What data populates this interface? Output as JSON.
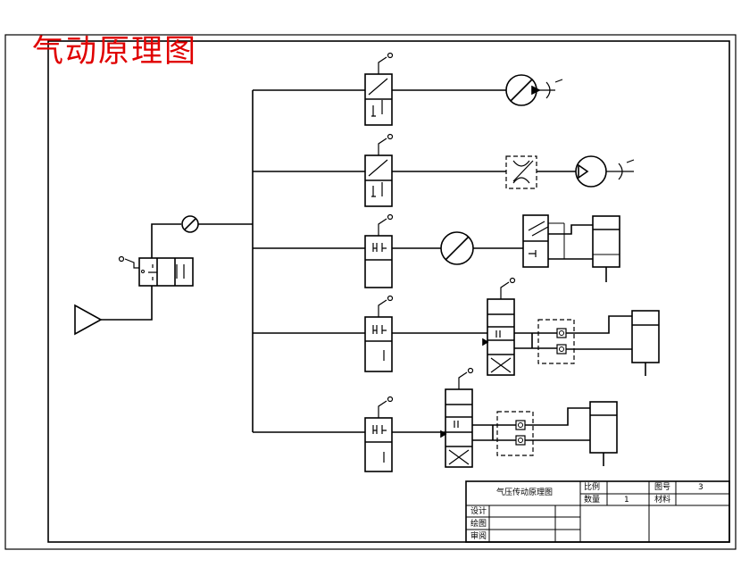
{
  "diagram": {
    "title": "气动原理图"
  },
  "title_block": {
    "drawing_name": "气压传动原理图",
    "scale_label": "比例",
    "quantity_label": "数量",
    "quantity_value": "1",
    "drawing_no_label": "图号",
    "drawing_no_value": "3",
    "material_label": "材料",
    "design_label": "设计",
    "draw_label": "绘图",
    "review_label": "审阅"
  },
  "colors": {
    "title": "#e00000",
    "lines": "#000000"
  }
}
